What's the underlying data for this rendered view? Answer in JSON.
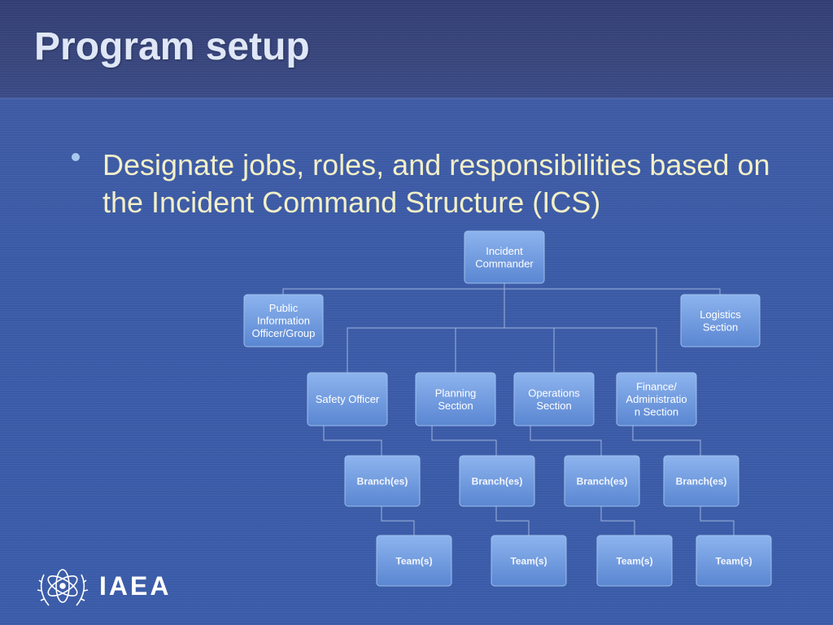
{
  "slide": {
    "title": "Program setup",
    "bullet": "Designate jobs, roles, and responsibilities based on the Incident Command Structure (ICS)"
  },
  "org_chart": {
    "commander": [
      "Incident",
      "Commander"
    ],
    "public_info": [
      "Public",
      "Information",
      "Officer/Group"
    ],
    "logistics": [
      "Logistics",
      "Section"
    ],
    "sections": [
      {
        "id": "safety",
        "lines": [
          "Safety Officer"
        ]
      },
      {
        "id": "planning",
        "lines": [
          "Planning",
          "Section"
        ]
      },
      {
        "id": "operations",
        "lines": [
          "Operations",
          "Section"
        ]
      },
      {
        "id": "finance",
        "lines": [
          "Finance/",
          "Administratio",
          "n Section"
        ]
      }
    ],
    "branch_label": "Branch(es)",
    "team_label": "Team(s)"
  },
  "logo": {
    "text": "IAEA"
  },
  "colors": {
    "background": "#3b5aa6",
    "header": "#35437a",
    "title": "#dfe7f7",
    "bullet_text": "#f2efc8",
    "box": "#6f9be0"
  }
}
